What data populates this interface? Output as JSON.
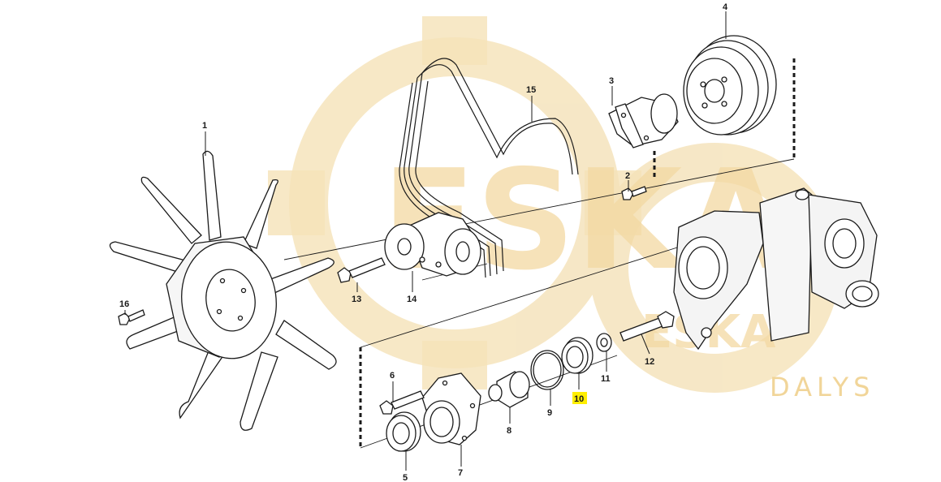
{
  "callouts": [
    {
      "id": "1",
      "label": "1",
      "highlighted": false
    },
    {
      "id": "2",
      "label": "2",
      "highlighted": false
    },
    {
      "id": "3",
      "label": "3",
      "highlighted": false
    },
    {
      "id": "4",
      "label": "4",
      "highlighted": false
    },
    {
      "id": "5",
      "label": "5",
      "highlighted": false
    },
    {
      "id": "6",
      "label": "6",
      "highlighted": false
    },
    {
      "id": "7",
      "label": "7",
      "highlighted": false
    },
    {
      "id": "8",
      "label": "8",
      "highlighted": false
    },
    {
      "id": "9",
      "label": "9",
      "highlighted": false
    },
    {
      "id": "10",
      "label": "10",
      "highlighted": true
    },
    {
      "id": "11",
      "label": "11",
      "highlighted": false
    },
    {
      "id": "12",
      "label": "12",
      "highlighted": false
    },
    {
      "id": "13",
      "label": "13",
      "highlighted": false
    },
    {
      "id": "14",
      "label": "14",
      "highlighted": false
    },
    {
      "id": "15",
      "label": "15",
      "highlighted": false
    },
    {
      "id": "16",
      "label": "16",
      "highlighted": false
    }
  ],
  "watermark": {
    "brand": "ESKA",
    "sub": "DALYS",
    "brand_small": "ESKA"
  },
  "colors": {
    "highlight": "#ffee00",
    "watermark": "#f3d9a2",
    "line": "#1a1a1a"
  }
}
